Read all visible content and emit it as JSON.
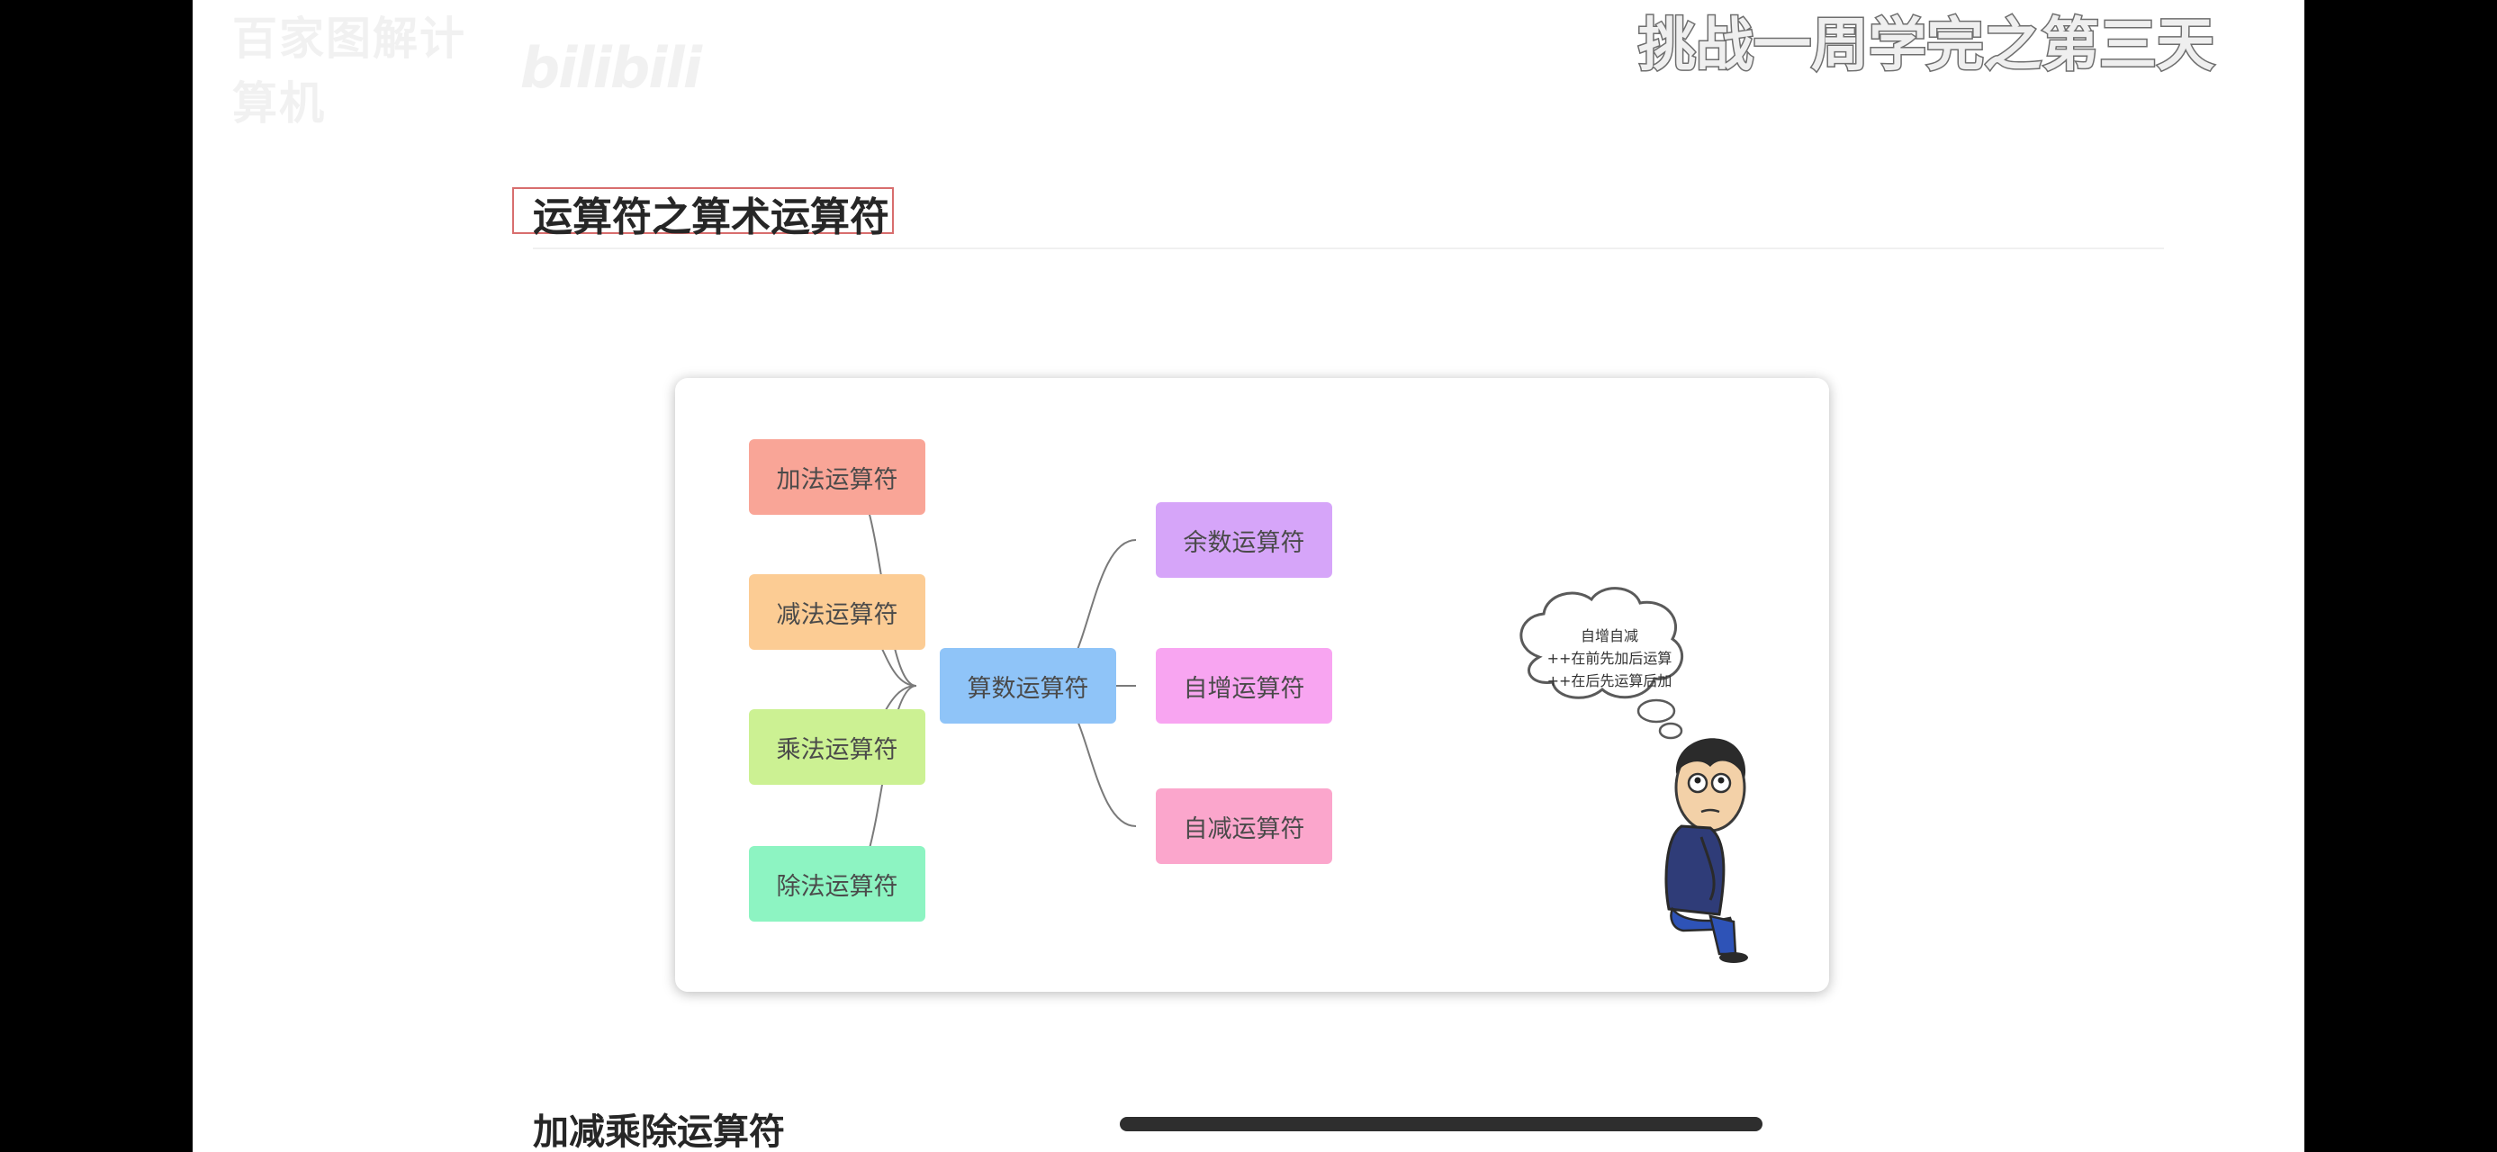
{
  "watermark": {
    "text": "百家图解计算机",
    "logo": "bilibili"
  },
  "video_caption": "挑战一周学完之第三天",
  "section": {
    "title": "运算符之算术运算符"
  },
  "mindmap": {
    "center": {
      "label": "算数运算符",
      "color": "#8fc4f8"
    },
    "left_nodes": [
      {
        "label": "加法运算符",
        "color": "#f9a597"
      },
      {
        "label": "减法运算符",
        "color": "#fccc94"
      },
      {
        "label": "乘法运算符",
        "color": "#ccf193"
      },
      {
        "label": "除法运算符",
        "color": "#8df4c2"
      }
    ],
    "right_nodes": [
      {
        "label": "余数运算符",
        "color": "#d6a5f9"
      },
      {
        "label": "自增运算符",
        "color": "#f8a5f1"
      },
      {
        "label": "自减运算符",
        "color": "#fba6cc"
      }
    ],
    "thought": {
      "title": "自增自减",
      "lines": [
        "++在前先加后运算",
        "++在后先运算后加"
      ]
    }
  },
  "next_section": {
    "title": "加减乘除运算符"
  }
}
